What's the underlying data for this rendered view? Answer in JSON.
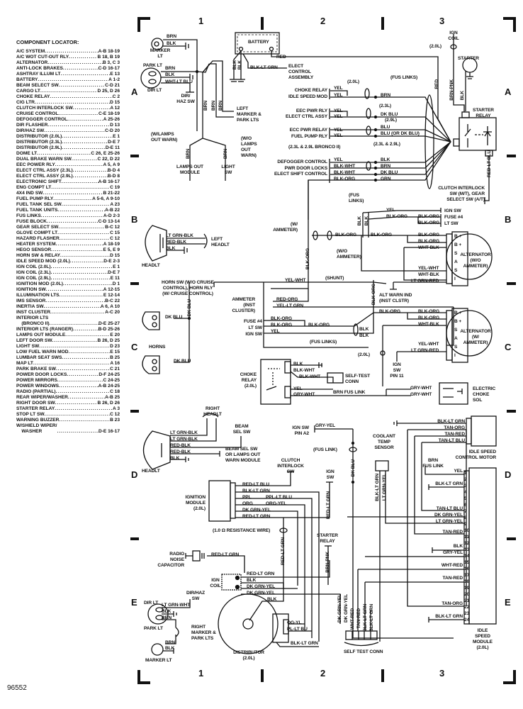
{
  "figure_number": "96552",
  "grid": {
    "columns": [
      "1",
      "2",
      "3"
    ],
    "rows": [
      "A",
      "B",
      "C",
      "D",
      "E"
    ]
  },
  "locator": {
    "title": "COMPONENT LOCATOR:",
    "items": [
      {
        "name": "A/C SYSTEM",
        "loc": "A-B 18-19"
      },
      {
        "name": "A/C WOT CUT-OUT RLY",
        "loc": "B 18, B 19"
      },
      {
        "name": "ALTERNATOR",
        "loc": "B 3, C 3"
      },
      {
        "name": "ANTI-LOCK BRAKES",
        "loc": "C-D 16-17"
      },
      {
        "name": "ASHTRAY ILLUM LT",
        "loc": "E 13"
      },
      {
        "name": "BATTERY",
        "loc": "A 1-2"
      },
      {
        "name": "BEAM SELECT SW",
        "loc": "C-D 21"
      },
      {
        "name": "CARGO LT",
        "loc": "D 25, D 26"
      },
      {
        "name": "CHOKE RELAY",
        "loc": "C 2"
      },
      {
        "name": "CIG LTR",
        "loc": "D 15"
      },
      {
        "name": "CLUTCH INTERLOCK SW",
        "loc": "A 12"
      },
      {
        "name": "CRUISE CONTROL",
        "loc": "C-E 18-19"
      },
      {
        "name": "DEFOGGER CONTROL",
        "loc": "A 25-26"
      },
      {
        "name": "DIR FLASHER",
        "loc": "D 13"
      },
      {
        "name": "DIR/HAZ SW",
        "loc": "C-D 20"
      },
      {
        "name": "DISTRIBUTOR (2.0L)",
        "loc": "E 1"
      },
      {
        "name": "DISTRIBUTOR (2.3L)",
        "loc": "D-E 7"
      },
      {
        "name": "DISTRIBUTOR (2.9L)",
        "loc": "D-E 11"
      },
      {
        "name": "DOME LT",
        "loc": "C 26, E 25-26"
      },
      {
        "name": "DUAL BRAKE WARN SW",
        "loc": "C 22, D 22"
      },
      {
        "name": "EEC POWER RLY",
        "loc": "A 5, A 9"
      },
      {
        "name": "ELECT CTRL ASSY (2.3L)",
        "loc": "B-D 4"
      },
      {
        "name": "ELECT CTRL ASSY (2.9L)",
        "loc": "B-D 8"
      },
      {
        "name": "ELECTRONIC SHIFT",
        "loc": "A-B 16-17"
      },
      {
        "name": "ENG COMPT LT",
        "loc": "C 19"
      },
      {
        "name": "4X4 IND SW",
        "loc": "B 21-22"
      },
      {
        "name": "FUEL PUMP RLY",
        "loc": "A 5-6, A 9-10"
      },
      {
        "name": "FUEL TANK SEL SW",
        "loc": "A 23"
      },
      {
        "name": "FUEL TANK UNITS",
        "loc": "A-B 22"
      },
      {
        "name": "FUS LINKS",
        "loc": "A-D 2-3"
      },
      {
        "name": "FUSE BLOCK",
        "loc": "C-D 13-14"
      },
      {
        "name": "GEAR SELECT SW",
        "loc": "B-C 12"
      },
      {
        "name": "GLOVE COMPT LT",
        "loc": "C 15"
      },
      {
        "name": "HAZARD FLASHER",
        "loc": "C 12"
      },
      {
        "name": "HEATER SYSTEM",
        "loc": "A 18-19"
      },
      {
        "name": "HEGO SENSOR",
        "loc": "E 5, E 9"
      },
      {
        "name": "HORN SW & RELAY",
        "loc": "D 15"
      },
      {
        "name": "IDLE SPEED MOD (2.0L)",
        "loc": "D-E 2-3"
      },
      {
        "name": "IGN COIL (2.0L)",
        "loc": "E 1"
      },
      {
        "name": "IGN COIL (2.3L)",
        "loc": "D-E 7"
      },
      {
        "name": "IGN COIL (2.9L)",
        "loc": "E 11"
      },
      {
        "name": "IGNITION MOD (2.0L)",
        "loc": "D 1"
      },
      {
        "name": "IGNITION SW",
        "loc": "A 12-15"
      },
      {
        "name": "ILLUMINATION LTS",
        "loc": "E 12-14"
      },
      {
        "name": "IMS SENSOR",
        "loc": "B-C 22"
      },
      {
        "name": "INERTIA SW",
        "loc": "A 6, A 10"
      },
      {
        "name": "INST CLUSTER",
        "loc": "A-C 20"
      },
      {
        "name": "INTERIOR LTS\n    (BRONCO II)",
        "loc": "D-E 25-27"
      },
      {
        "name": "INTERIOR LTS (RANGER)",
        "loc": "B-D 25-26"
      },
      {
        "name": "LAMPS OUT MODULE",
        "loc": "E 20"
      },
      {
        "name": "LEFT DOOR SW",
        "loc": "B 26, D 25"
      },
      {
        "name": "LIGHT SW",
        "loc": "D 23"
      },
      {
        "name": "LOW FUEL WARN MOD",
        "loc": "E 15"
      },
      {
        "name": "LUMBAR SEAT SWS",
        "loc": "B 25"
      },
      {
        "name": "MAP LT",
        "loc": "A 16"
      },
      {
        "name": "PARK BRAKE SW",
        "loc": "C 21"
      },
      {
        "name": "POWER DOOR LOCKS",
        "loc": "D-F 24-25"
      },
      {
        "name": "POWER MIRRORS",
        "loc": "C 24-25"
      },
      {
        "name": "POWER WINDOWS",
        "loc": "A-B 24-25"
      },
      {
        "name": "RADIO (PARTIAL)",
        "loc": "C 18"
      },
      {
        "name": "REAR WIPER/WASHER",
        "loc": "A-B 25"
      },
      {
        "name": "RIGHT DOOR SW",
        "loc": "B 26, D 26"
      },
      {
        "name": "STARTER RELAY",
        "loc": "A 3"
      },
      {
        "name": "STOP LT SW",
        "loc": "C 12"
      },
      {
        "name": "WARNING BUZZER",
        "loc": "B 23"
      },
      {
        "name": "W/SHIELD WIPER/\n    WASHER",
        "loc": "D-E 16-17"
      }
    ]
  },
  "components": {
    "marker_lt_top": "MARKER\nLT",
    "park_lt_top": "PARK LT",
    "dir_lt_top": "DIR LT",
    "dir_haz_sw_top": "DIR/\nHAZ SW",
    "battery": "BATTERY",
    "elect_control_assembly": "ELECT\nCONTROL\nASSEMBLY",
    "left_marker_park": "LEFT\nMARKER &\nPARK LTS",
    "w_lamps_out": "(W/LAMPS\nOUT WARN)",
    "wo_lamps_out": "(W/O\nLAMPS\nOUT\nWARN)",
    "lamps_out_module": "LAMPS OUT\nMODULE",
    "light_sw": "LIGHT\nSW",
    "ign_coil_top": "IGN\nCOIL",
    "l20_coil": "(2.0L)",
    "starter": "STARTER",
    "starter_relay": "STARTER\nRELAY",
    "fus_links_top": "(FUS LINKS)",
    "choke_relay_conn": "CHOKE RELAY",
    "idle_speed_mod_conn": "IDLE SPEED MOD",
    "l20_a": "(2.0L)",
    "eec_pwr_rly": "EEC PWR RLY",
    "elect_ctrl_assy": "ELECT CTRL ASSY",
    "l23_a": "(2.3L)",
    "l29_a": "(2.9L)",
    "ecc_pwr_relay": "ECC PWR RELAY",
    "fuel_pump_rly": "FUEL PUMP RLY",
    "l23_29": "(2.3L & 2.9L)",
    "bronco": "(2.3L & 2.9L BRONCO II)",
    "defogger_control": "DEFOGGER CONTROL",
    "pwr_door_locks": "PWR DOOR LOCKS",
    "elect_shift_control": "ELECT SHIFT CONTROL",
    "clutch_interlock_gear": "CLUTCH INTERLOCK\nSW (M/T), GEAR\nSELECT SW (A/T)",
    "fus_links_b": "(FUS\nLINKS)",
    "ign_sw_b": "IGN SW",
    "fuse4_b": "FUSE #4",
    "lt_sw_b": "LT SW",
    "w_ammeter": "(W/\nAMMETER)",
    "wo_ammeter": "(W/O\nAMMETER)",
    "left_headlt": "LEFT\nHEADLT",
    "headlt_b": "HEADLT",
    "alt_wo": "ALTERNATOR\n(W/O\nAMMETER)",
    "alt_w": "ALTERNATOR\n(W/\nAMMETER)",
    "alt_warn_ind": "ALT WARN IND\n(INST CLSTR)",
    "shunt": "(SHUNT)",
    "horn_sw": "HORN SW (W/O CRUISE\nCONTROL), HORN RLY\n(W/ CRUISE CONTROL)",
    "horns": "HORNS",
    "ammeter_inst": "AMMETER\n(INST\nCLUSTER)",
    "fuse4_c": "FUSE #4",
    "lt_sw_c": "LT SW",
    "ign_sw_c": "IGN SW",
    "fus_links_c": "(FUS LINKS)",
    "l20_c": "(2.0L)",
    "ign_sw_pin11": "IGN\nSW\nPIN 11",
    "self_test_conn_c": "SELF-TEST\nCONN",
    "brn_fus_link_c": "BRN FUS LINK",
    "choke_relay": "CHOKE\nRELAY\n(2.0L)",
    "electric_choke_sol": "ELECTRIC\nCHOKE\nSOL",
    "right_headlt": "RIGHT\nHEADLT",
    "beam_sel_sw": "BEAM\nSEL SW",
    "beam_sel_or_lamps": "BEAM SEL SW\nOR LAMPS OUT\nWARN MODULE",
    "headlt_d": "HEADLT",
    "ign_sw_pin_a2": "IGN SW\nPIN A2",
    "fus_link_d": "(FUS LINK)",
    "clutch_interlock_sw": "CLUTCH\nINTERLOCK\nSW",
    "ign_sw_d": "IGN\nSW",
    "ignition_module": "IGNITION\nMODULE\n(2.0L)",
    "resistance_wire": "(1.0 Ω RESISTANCE WIRE)",
    "starter_relay_d": "STARTER\nRELAY",
    "coolant_temp_sensor": "COOLANT\nTEMP\nSENSOR",
    "idle_speed_control_motor": "IDLE SPEED\nCONTROL MOTOR",
    "brn_fus_link_d": "BRN\nFUS LINK",
    "idle_speed_module": "IDLE\nSPEED\nMODULE\n(2.0L)",
    "radio_noise_capacitor": "RADIO\nNOISE\nCAPACITOR",
    "ign_coil_e": "IGN\nCOIL",
    "dir_haz_sw_e": "DIR/HAZ\nSW",
    "dir_lt_e": "DIR LT",
    "park_lt_e": "PARK LT",
    "right_marker_park": "RIGHT\nMARKER &\nPARK LTS",
    "marker_lt_e": "MARKER LT",
    "distributor": "DISTRIBUTOR\n(2.0L)",
    "self_test_conn_e": "SELF TEST CONN"
  },
  "alternator_pins": [
    "B +",
    "B +",
    "S",
    "A",
    "S",
    "I"
  ],
  "module_pins": [
    "1",
    "2",
    "3",
    "4",
    "5",
    "6",
    "7",
    "8",
    "9",
    "10",
    "11",
    "12",
    "13",
    "14",
    "15",
    "16",
    "17",
    "18",
    "19",
    "20",
    "21",
    "22",
    "23",
    "24"
  ],
  "wires": [
    "BRN",
    "BLK",
    "BRN",
    "BLK",
    "WHT-LT BLU",
    "RED",
    "BLK",
    "BLK",
    "BLK-LT GRN",
    "BRN",
    "BRN",
    "BRN",
    "BRN",
    "BRN",
    "YEL",
    "YEL",
    "BRN",
    "YEL",
    "YEL",
    "DK BLU",
    "YEL",
    "YEL",
    "BLU",
    "BLU (OR DK BLU)",
    "YEL",
    "BLK-WHT",
    "BLK-WHT",
    "BLK-ORG",
    "BLK",
    "BRN",
    "DK BLU",
    "GRN",
    "RED",
    "BRN-PNK",
    "BLK",
    "RED-LT BLU",
    "YEL",
    "BLK-ORG",
    "BLK-ORG",
    "BLK-ORG",
    "LT GRN-BLK",
    "RED-BLK",
    "BLK",
    "BLK-ORG",
    "BLK-ORG",
    "BLK",
    "BLK",
    "BLK-ORG",
    "BLK-ORG",
    "BLK-ORG",
    "WHT-BLK",
    "YEL-WHT",
    "WHT-BLK",
    "LT GRN-RED",
    "YEL-WHT",
    "DK BLU",
    "DK BLU",
    "DK BLU",
    "RED-ORG",
    "YEL-LT GRN",
    "BLK-ORG",
    "BLK-ORG",
    "BLK-ORG",
    "YEL",
    "BLK-ORG",
    "BLK-ORG",
    "BLK-ORG",
    "BLK-ORG",
    "WHT-BLK",
    "BLK",
    "BLK",
    "YEL-WHT",
    "LT GRN-RED",
    "BLK",
    "BLK-WHT",
    "BLK-WHT",
    "YEL",
    "GRY-WHT",
    "GRY-WHT",
    "GRY-WHT",
    "LT GRN-BLK",
    "LT GRN-BLK",
    "RED-BLK",
    "RED-BLK",
    "BLK",
    "GRY-YEL",
    "DK BLU",
    "RED-LT BLU",
    "BLK-LT GRN",
    "PPL",
    "PPL-LT BLU",
    "ORG",
    "ORG-YEL",
    "DK GRN-YEL",
    "RED-LT GRN",
    "RED-LT GRN",
    "BLK-LT GRN",
    "TAN-ORG",
    "TAN-RED",
    "TAN-LT BLU",
    "BLK-LT GRN",
    "LT GRN-YEL",
    "YEL",
    "BLK-LT GRN",
    "TAN-LT BLU",
    "DK GRN-YEL",
    "LT GRN-YEL",
    "TAN-RED",
    "BLK",
    "GRY-YEL",
    "WHT-RED",
    "TAN-RED",
    "TAN-ORG",
    "BLK-LT GRN",
    "RED-LT GRN",
    "BRN-PNK",
    "RED-LT GRN",
    "RED-LT GRN",
    "BLK",
    "DK GRN-YEL",
    "DK GRN-YEL",
    "BLK",
    "LT GRN-WHT",
    "BLK",
    "BRN",
    "BRN",
    "BLK",
    "OG-YL",
    "PL-LT BU",
    "BLK-LT GRN",
    "DK GRN-YEL",
    "DK GRN-YEL",
    "WHT-RED",
    "TAN-RED",
    "BLK-LT GRN",
    "BLK-LT GRN"
  ]
}
